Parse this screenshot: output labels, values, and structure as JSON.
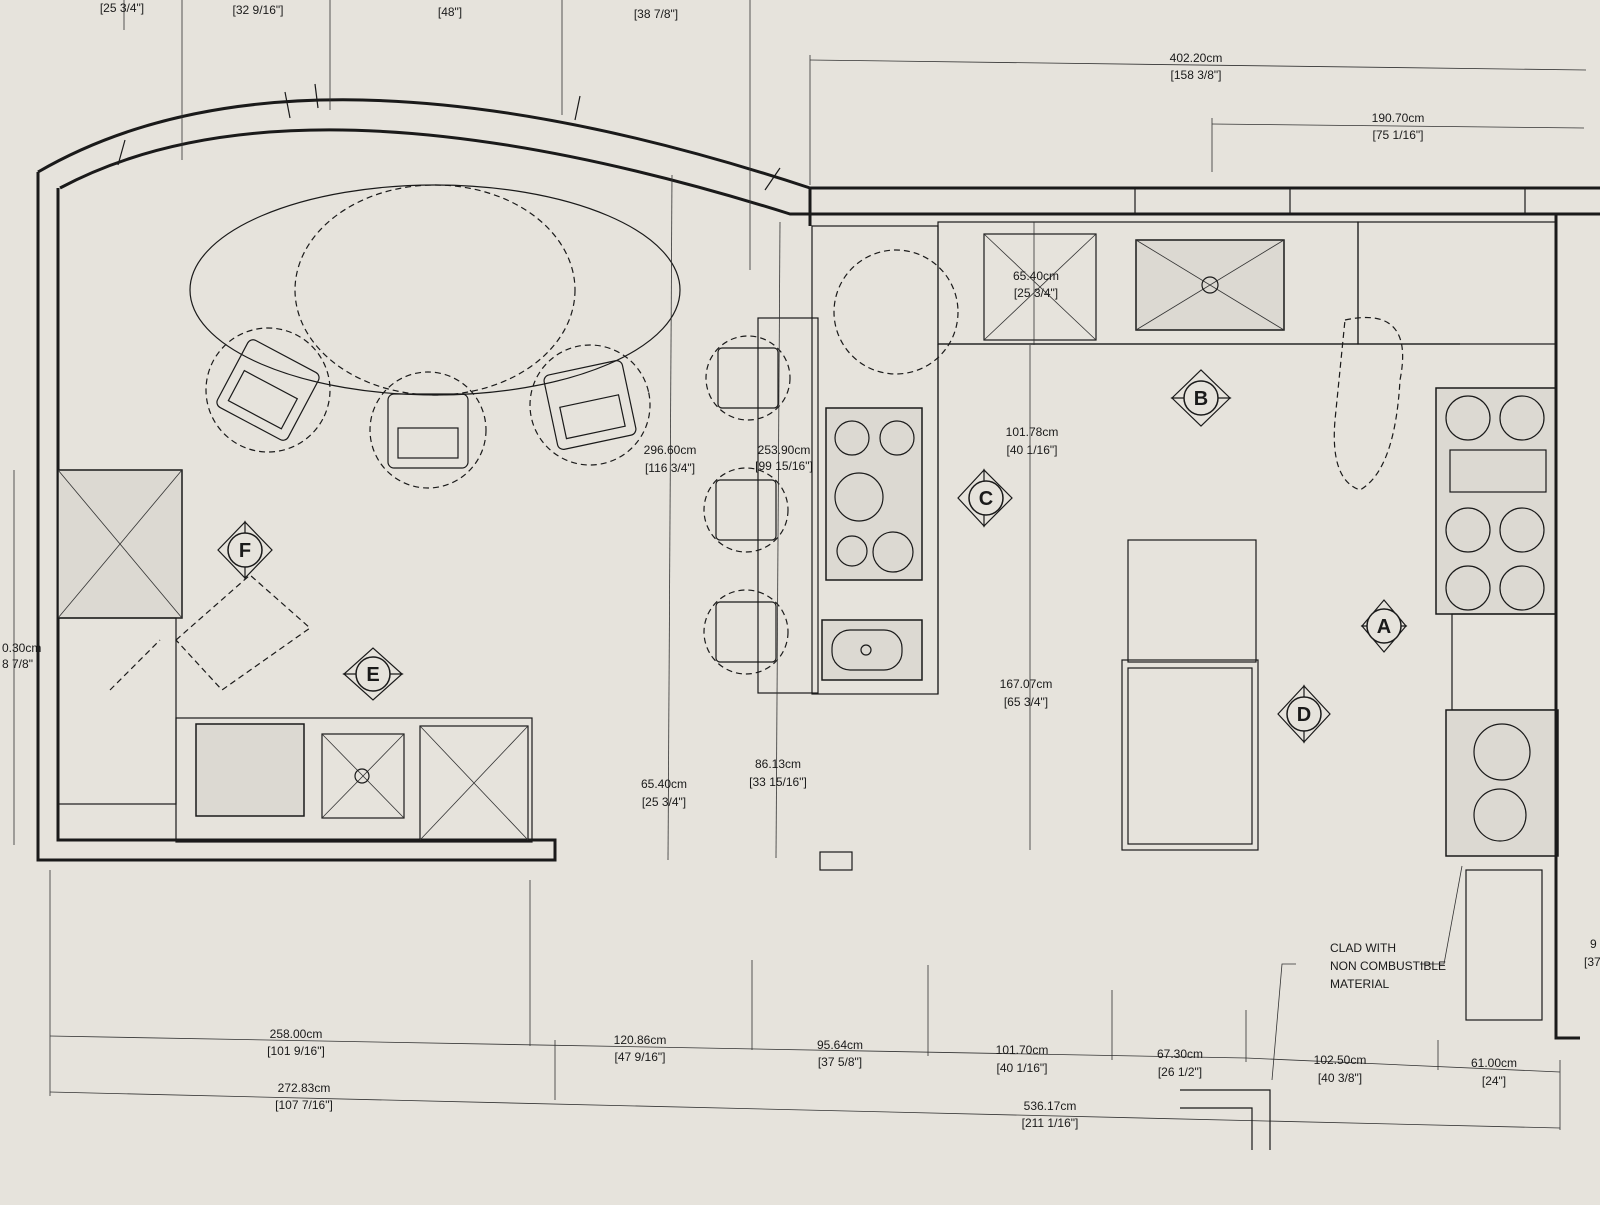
{
  "dimensions": {
    "top_1": "[25 3/4\"]",
    "top_2": "[32 9/16\"]",
    "top_3": "[48\"]",
    "top_4": "[38 7/8\"]",
    "overall_right_cm": "402.20cm",
    "overall_right_in": "[158 3/8\"]",
    "right_sub_cm": "190.70cm",
    "right_sub_in": "[75 1/16\"]",
    "counter_depth_cm": "65.40cm",
    "counter_depth_in": "[25 3/4\"]",
    "aisle_b_cm": "101.78cm",
    "aisle_b_in": "[40 1/16\"]",
    "island_len_cm": "167.07cm",
    "island_len_in": "[65 3/4\"]",
    "dining_h_cm": "296.60cm",
    "dining_h_in": "[116 3/4\"]",
    "peninsula_h_cm": "253.90cm",
    "peninsula_h_in": "[99 15/16\"]",
    "lower_cnt_cm": "65.40cm",
    "lower_cnt_in": "[25 3/4\"]",
    "peninsula_gap_cm": "86.13cm",
    "peninsula_gap_in": "[33 15/16\"]",
    "left_wall_cm": "0.30cm",
    "left_wall_in": "8 7/8\"",
    "bottom_1_cm": "258.00cm",
    "bottom_1_in": "[101 9/16\"]",
    "bottom_2_cm": "120.86cm",
    "bottom_2_in": "[47 9/16\"]",
    "bottom_3_cm": "95.64cm",
    "bottom_3_in": "[37 5/8\"]",
    "bottom_4_cm": "101.70cm",
    "bottom_4_in": "[40 1/16\"]",
    "bottom_5_cm": "67.30cm",
    "bottom_5_in": "[26 1/2\"]",
    "bottom_6_cm": "102.50cm",
    "bottom_6_in": "[40 3/8\"]",
    "bottom_7_cm": "61.00cm",
    "bottom_7_in": "[24\"]",
    "bottom_left_cm": "272.83cm",
    "bottom_left_in": "[107 7/16\"]",
    "bottom_total_cm": "536.17cm",
    "bottom_total_in": "[211 1/16\"]",
    "right_edge_1": "9",
    "right_edge_2": "[37"
  },
  "markers": [
    "A",
    "B",
    "C",
    "D",
    "E",
    "F"
  ],
  "note": {
    "line1": "CLAD WITH",
    "line2": "NON COMBUSTIBLE",
    "line3": "MATERIAL"
  }
}
